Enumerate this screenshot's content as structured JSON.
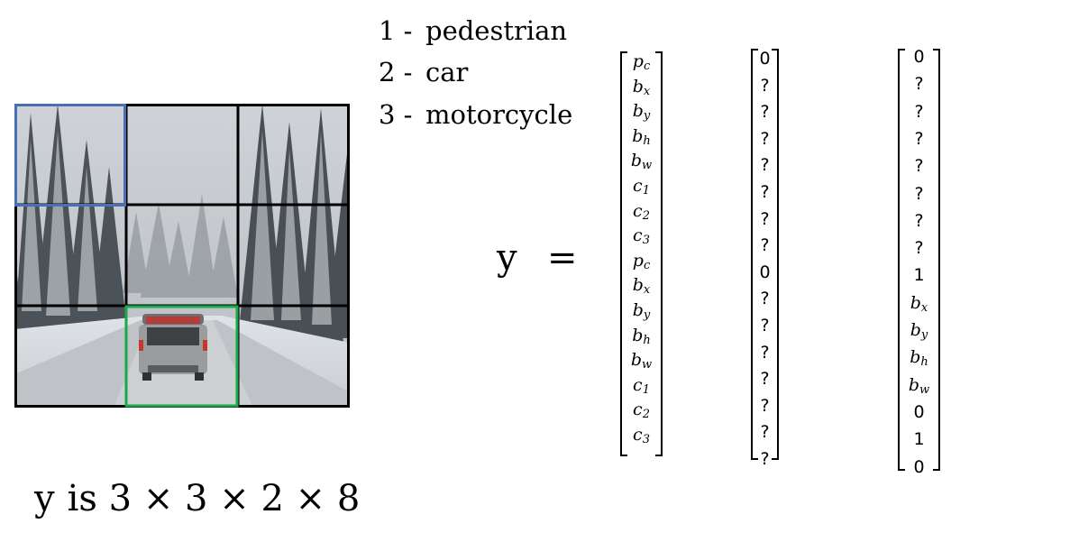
{
  "classes": [
    {
      "num": "1 -",
      "name": "pedestrian"
    },
    {
      "num": "2 -",
      "name": "car"
    },
    {
      "num": "3 -",
      "name": "motorcycle"
    }
  ],
  "equation": {
    "y": "y",
    "equals": "="
  },
  "vector_general": [
    "p_c",
    "b_x",
    "b_y",
    "b_h",
    "b_w",
    "c_1",
    "c_2",
    "c_3",
    "p_c",
    "b_x",
    "b_y",
    "b_h",
    "b_w",
    "c_1",
    "c_2",
    "c_3"
  ],
  "vector_empty": [
    "0",
    "?",
    "?",
    "?",
    "?",
    "?",
    "?",
    "?",
    "0",
    "?",
    "?",
    "?",
    "?",
    "?",
    "?",
    "?"
  ],
  "vector_car": [
    "0",
    "?",
    "?",
    "?",
    "?",
    "?",
    "?",
    "?",
    "1",
    "b_x",
    "b_y",
    "b_h",
    "b_w",
    "0",
    "1",
    "0"
  ],
  "caption": {
    "prefix": "y",
    "word": "is",
    "shape": "3 × 3 × 2 × 8"
  },
  "colors": {
    "grid": "#000000",
    "highlight_blue": "#4a6fb5",
    "highlight_green": "#19a84a"
  }
}
